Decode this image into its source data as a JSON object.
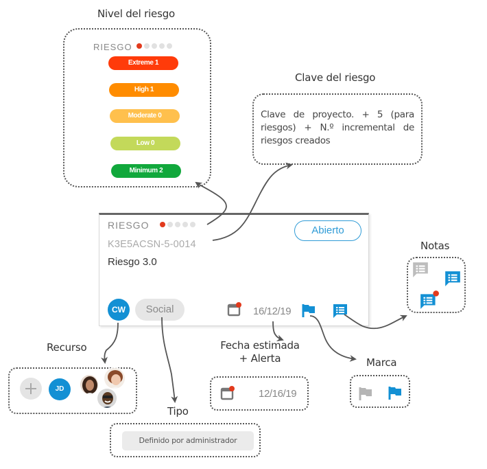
{
  "headings": {
    "risk_level": "Nivel del riesgo",
    "risk_key": "Clave del riesgo",
    "notes": "Notas",
    "resource": "Recurso",
    "estimated_date_line1": "Fecha estimada",
    "estimated_date_line2": "+ Alerta",
    "flag": "Marca",
    "type": "Tipo"
  },
  "risk_level_panel": {
    "label": "RIESGO",
    "active_dot_index": 0,
    "dot_count": 5,
    "levels": [
      {
        "label": "Extreme 1",
        "color": "#ff3b0a"
      },
      {
        "label": "High 1",
        "color": "#ff8c00"
      },
      {
        "label": "Moderate 0",
        "color": "#ffc04d"
      },
      {
        "label": "Low 0",
        "color": "#c3d95a"
      },
      {
        "label": "Minimum 2",
        "color": "#11a83c"
      }
    ]
  },
  "risk_key_panel": {
    "description": "Clave de proyecto. + 5 (para riesgos) + N.º incremental de riesgos creados"
  },
  "card": {
    "label": "RIESGO",
    "status": "Abierto",
    "key": "K3E5ACSN-5-0014",
    "name": "Riesgo 3.0",
    "assignee_initials": "CW",
    "tag": "Social",
    "due_date": "16/12/19",
    "has_alert": true,
    "flagged": true,
    "has_notes": true
  },
  "resource_panel": {
    "add_label": "+",
    "avatar_initials": "JD",
    "photos": [
      "user-photo-woman-1",
      "user-photo-woman-2",
      "user-photo-man-1"
    ]
  },
  "date_panel": {
    "date": "12/16/19"
  },
  "type_panel": {
    "chip_label": "Definido por administrador"
  },
  "colors": {
    "accent": "#1390d4",
    "alert": "#e23a1d",
    "muted_icon": "#b5b5b5"
  }
}
